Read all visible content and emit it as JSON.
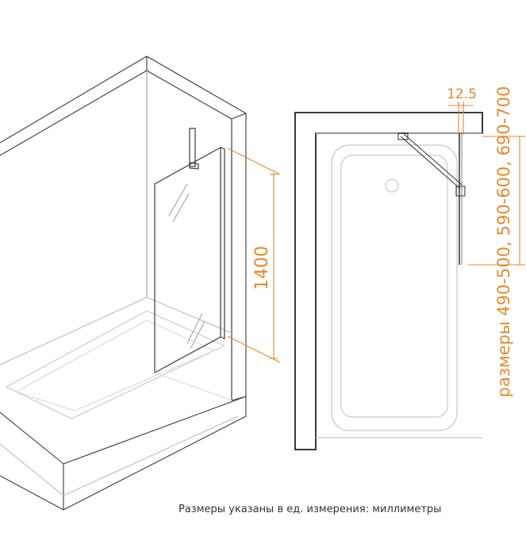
{
  "labels": {
    "height": "1400",
    "profile": "12.5",
    "widths": "размеры 490-500, 590-600, 690-700",
    "caption": "Размеры указаны в ед. измерения: миллиметры"
  },
  "colors": {
    "line": "#3a3a3a",
    "light_line": "#c8c8c8",
    "dimension": "#e8892b"
  }
}
